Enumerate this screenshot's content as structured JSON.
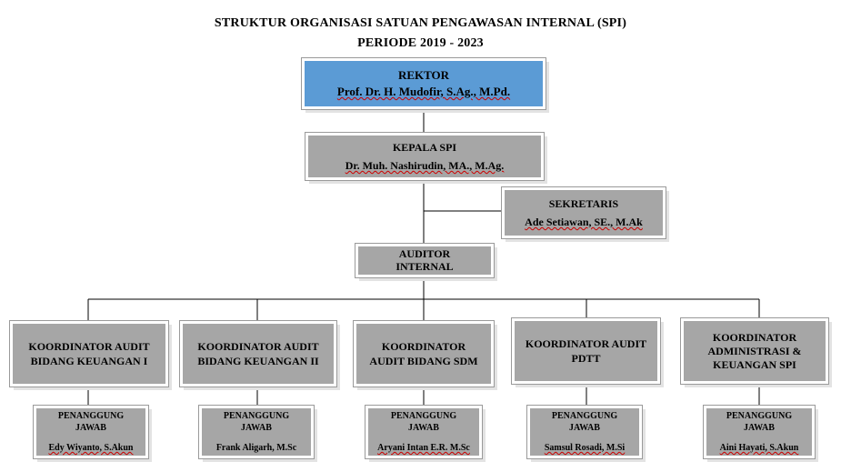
{
  "title": {
    "line1": "STRUKTUR ORGANISASI SATUAN PENGAWASAN INTERNAL (SPI)",
    "line2": "PERIODE 2019 - 2023"
  },
  "rektor": {
    "role": "REKTOR",
    "name": "Prof. Dr. H. Mudofir, S.Ag., M.Pd."
  },
  "kepala": {
    "role": "KEPALA SPI",
    "name": "Dr. Muh. Nashirudin, MA., M.Ag."
  },
  "sekretaris": {
    "role": "SEKRETARIS",
    "name": "Ade Setiawan, SE., M.Ak"
  },
  "auditor": {
    "line1": "AUDITOR",
    "line2": "INTERNAL"
  },
  "koordinators": [
    {
      "lines": [
        "KOORDINATOR AUDIT",
        "BIDANG KEUANGAN I"
      ]
    },
    {
      "lines": [
        "KOORDINATOR AUDIT",
        "BIDANG KEUANGAN II"
      ]
    },
    {
      "lines": [
        "KOORDINATOR",
        "AUDIT BIDANG SDM"
      ]
    },
    {
      "lines": [
        "KOORDINATOR AUDIT",
        "PDTT"
      ]
    },
    {
      "lines": [
        "KOORDINATOR",
        "ADMINISTRASI &",
        "KEUANGAN SPI"
      ]
    }
  ],
  "penanggung_jawab": [
    {
      "label1": "PENANGGUNG",
      "label2": "JAWAB",
      "name": "Edy Wiyanto, S.Akun"
    },
    {
      "label1": "PENANGGUNG",
      "label2": "JAWAB",
      "name": "Frank Aligarh, M.Sc"
    },
    {
      "label1": "PENANGGUNG",
      "label2": "JAWAB",
      "name": "Aryani Intan E.R. M.Sc"
    },
    {
      "label1": "PENANGGUNG",
      "label2": "JAWAB",
      "name": "Samsul Rosadi, M.Si"
    },
    {
      "label1": "PENANGGUNG",
      "label2": "JAWAB",
      "name": "Aini Hayati, S.Akun"
    }
  ],
  "colors": {
    "rektor_fill": "#5b9bd5",
    "box_fill": "#a6a6a6",
    "connector": "#000000"
  }
}
